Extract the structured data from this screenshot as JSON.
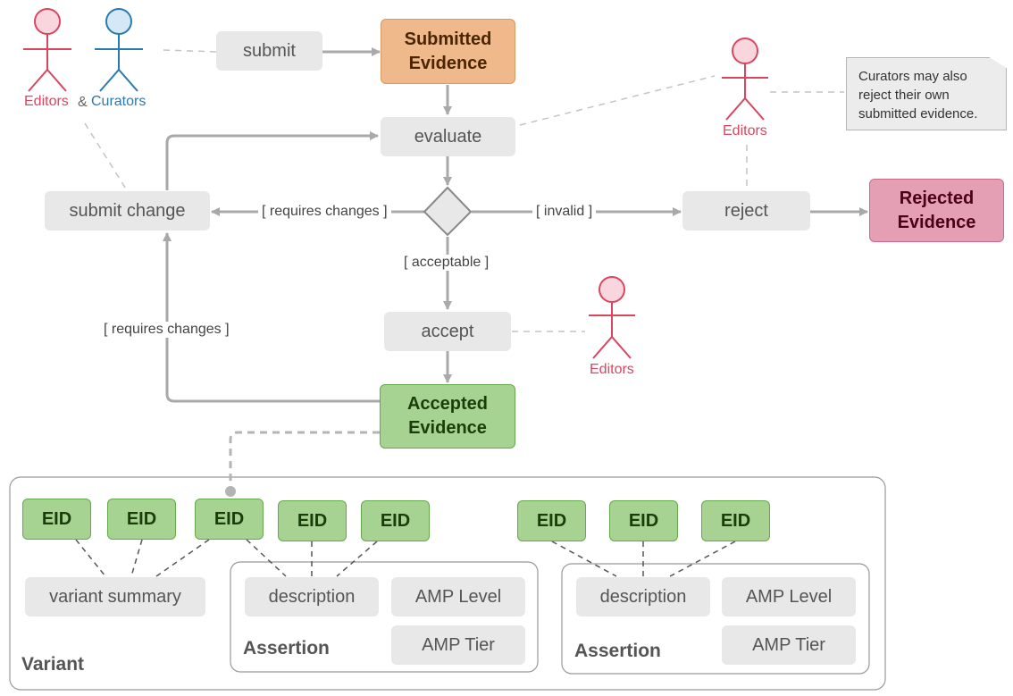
{
  "actors": {
    "editors_label": "Editors",
    "amp_label": "&",
    "curators_label": "Curators",
    "editors2_label": "Editors",
    "editors3_label": "Editors",
    "editors_color": "#d9465f",
    "curators_color": "#2a7ab0"
  },
  "actions": {
    "submit": "submit",
    "evaluate": "evaluate",
    "submit_change": "submit change",
    "reject": "reject",
    "accept": "accept"
  },
  "states": {
    "submitted_line1": "Submitted",
    "submitted_line2": "Evidence",
    "rejected_line1": "Rejected",
    "rejected_line2": "Evidence",
    "accepted_line1": "Accepted",
    "accepted_line2": "Evidence"
  },
  "guards": {
    "requires_changes_1": "[ requires changes ]",
    "invalid": "[ invalid ]",
    "acceptable": "[ acceptable ]",
    "requires_changes_2": "[ requires changes ]"
  },
  "note": {
    "line1": "Curators may also",
    "line2": "reject their own",
    "line3": "submitted evidence."
  },
  "variant": {
    "title": "Variant",
    "eid_labels": [
      "EID",
      "EID",
      "EID"
    ],
    "summary_label": "variant summary"
  },
  "assertions": [
    {
      "title": "Assertion",
      "eid_labels": [
        "EID",
        "EID"
      ],
      "description_label": "description",
      "amp_level_label": "AMP Level",
      "amp_tier_label": "AMP Tier"
    },
    {
      "title": "Assertion",
      "eid_labels": [
        "EID",
        "EID",
        "EID"
      ],
      "description_label": "description",
      "amp_level_label": "AMP Level",
      "amp_tier_label": "AMP Tier"
    }
  ]
}
